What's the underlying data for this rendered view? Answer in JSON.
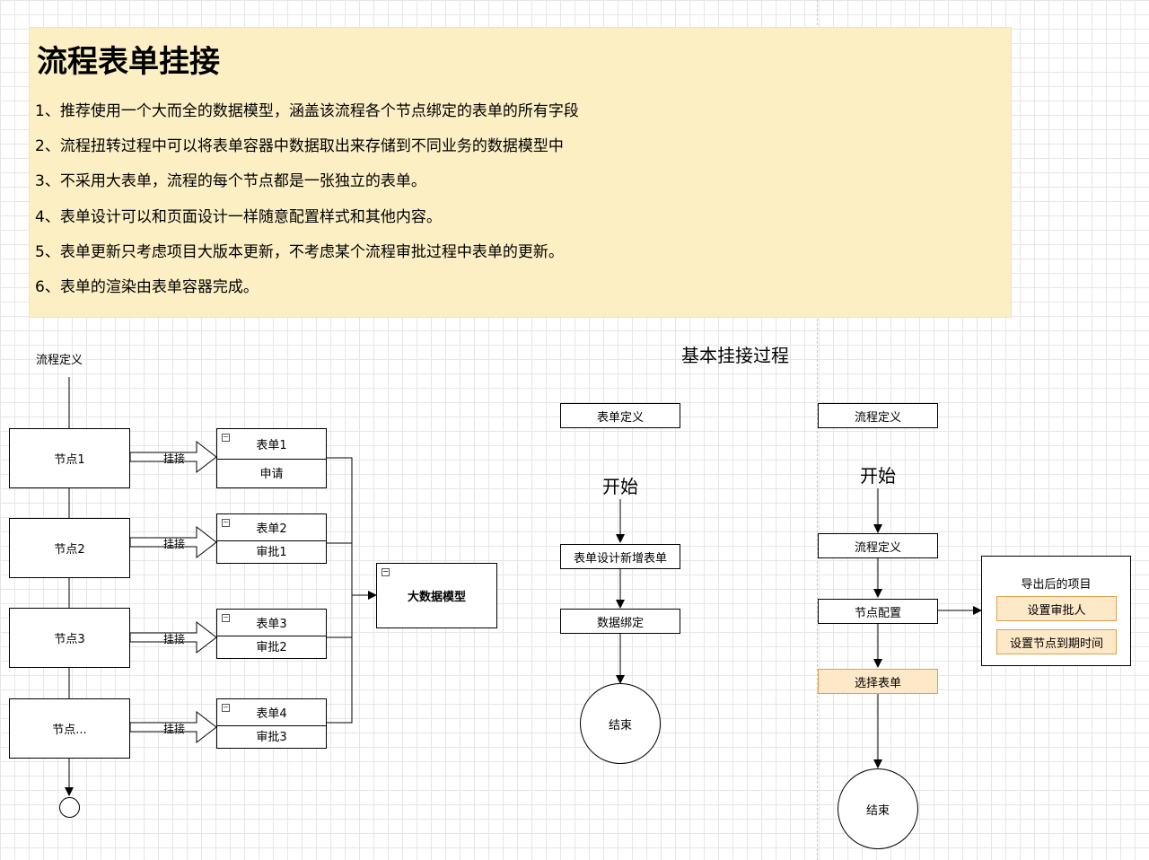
{
  "note": {
    "title": "流程表单挂接",
    "lines": [
      "1、推荐使用一个大而全的数据模型，涵盖该流程各个节点绑定的表单的所有字段",
      "2、流程扭转过程中可以将表单容器中数据取出来存储到不同业务的数据模型中",
      "3、不采用大表单，流程的每个节点都是一张独立的表单。",
      "4、表单设计可以和页面设计一样随意配置样式和其他内容。",
      "5、表单更新只考虑项目大版本更新，不考虑某个流程审批过程中表单的更新。",
      "6、表单的渲染由表单容器完成。"
    ]
  },
  "left": {
    "flow_label": "流程定义",
    "nodes": [
      "节点1",
      "节点2",
      "节点3",
      "节点..."
    ],
    "link_label": "挂接",
    "forms": [
      {
        "header": "表单1",
        "row": "申请"
      },
      {
        "header": "表单2",
        "row": "审批1"
      },
      {
        "header": "表单3",
        "row": "审批2"
      },
      {
        "header": "表单4",
        "row": "审批3"
      }
    ],
    "model": "大数据模型"
  },
  "section_title": "基本挂接过程",
  "form_flow": {
    "header": "表单定义",
    "start": "开始",
    "step1": "表单设计新增表单",
    "step2": "数据绑定",
    "end": "结束"
  },
  "proc_flow": {
    "header": "流程定义",
    "start": "开始",
    "step1": "流程定义",
    "step2": "节点配置",
    "step3": "选择表单",
    "end": "结束",
    "export_title": "导出后的项目",
    "export_items": [
      "设置审批人",
      "设置节点到期时间"
    ]
  },
  "colors": {
    "note_bg": "#fcefc4",
    "highlight_bg": "#fde8c8",
    "highlight_border": "#d9a24e"
  }
}
